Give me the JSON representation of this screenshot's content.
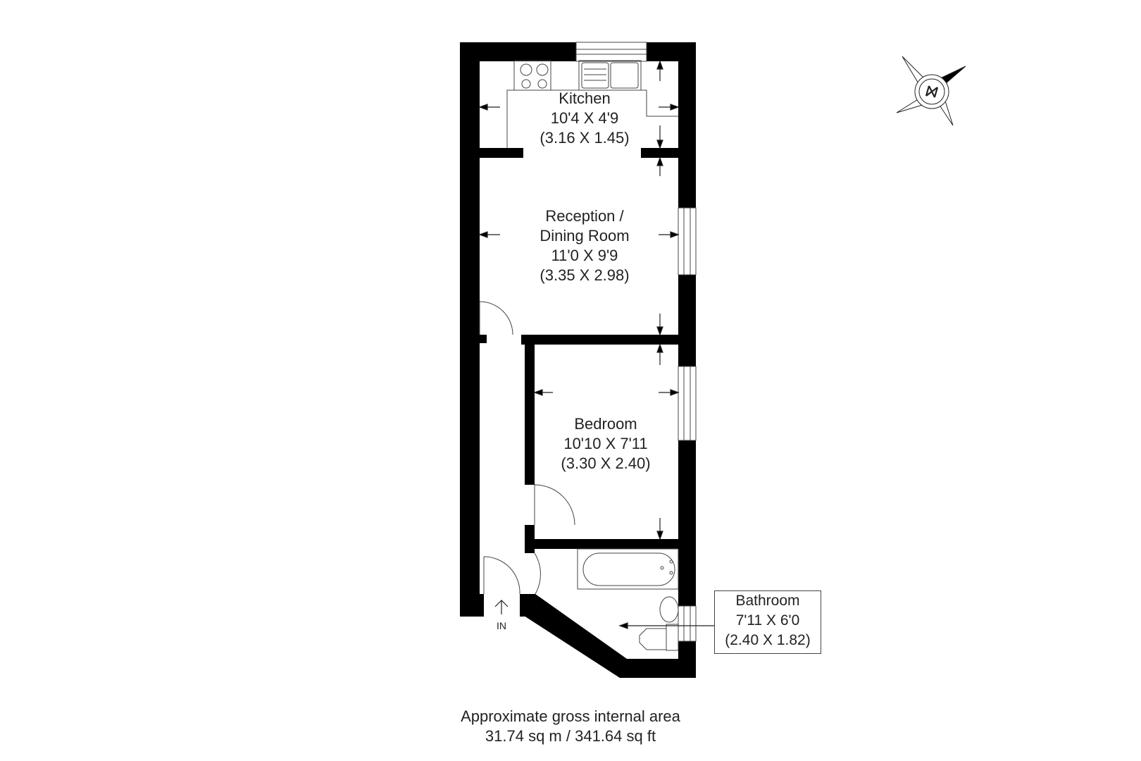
{
  "rooms": {
    "kitchen": {
      "name": "Kitchen",
      "imperial": "10'4 X 4'9",
      "metric": "(3.16 X 1.45)"
    },
    "reception": {
      "name_line1": "Reception /",
      "name_line2": "Dining Room",
      "imperial": "11'0 X 9'9",
      "metric": "(3.35 X 2.98)"
    },
    "bedroom": {
      "name": "Bedroom",
      "imperial": "10'10 X 7'11",
      "metric": "(3.30 X 2.40)"
    },
    "bathroom": {
      "name": "Bathroom",
      "imperial": "7'11 X 6'0",
      "metric": "(2.40 X 1.82)"
    }
  },
  "entrance": {
    "label": "IN"
  },
  "compass": {
    "label": "N",
    "icon": "compass-rose-icon"
  },
  "area": {
    "line1": "Approximate gross internal area",
    "line2": "31.74 sq m / 341.64 sq ft"
  },
  "colors": {
    "wall": "#000000",
    "background": "#ffffff",
    "line": "#444444"
  }
}
